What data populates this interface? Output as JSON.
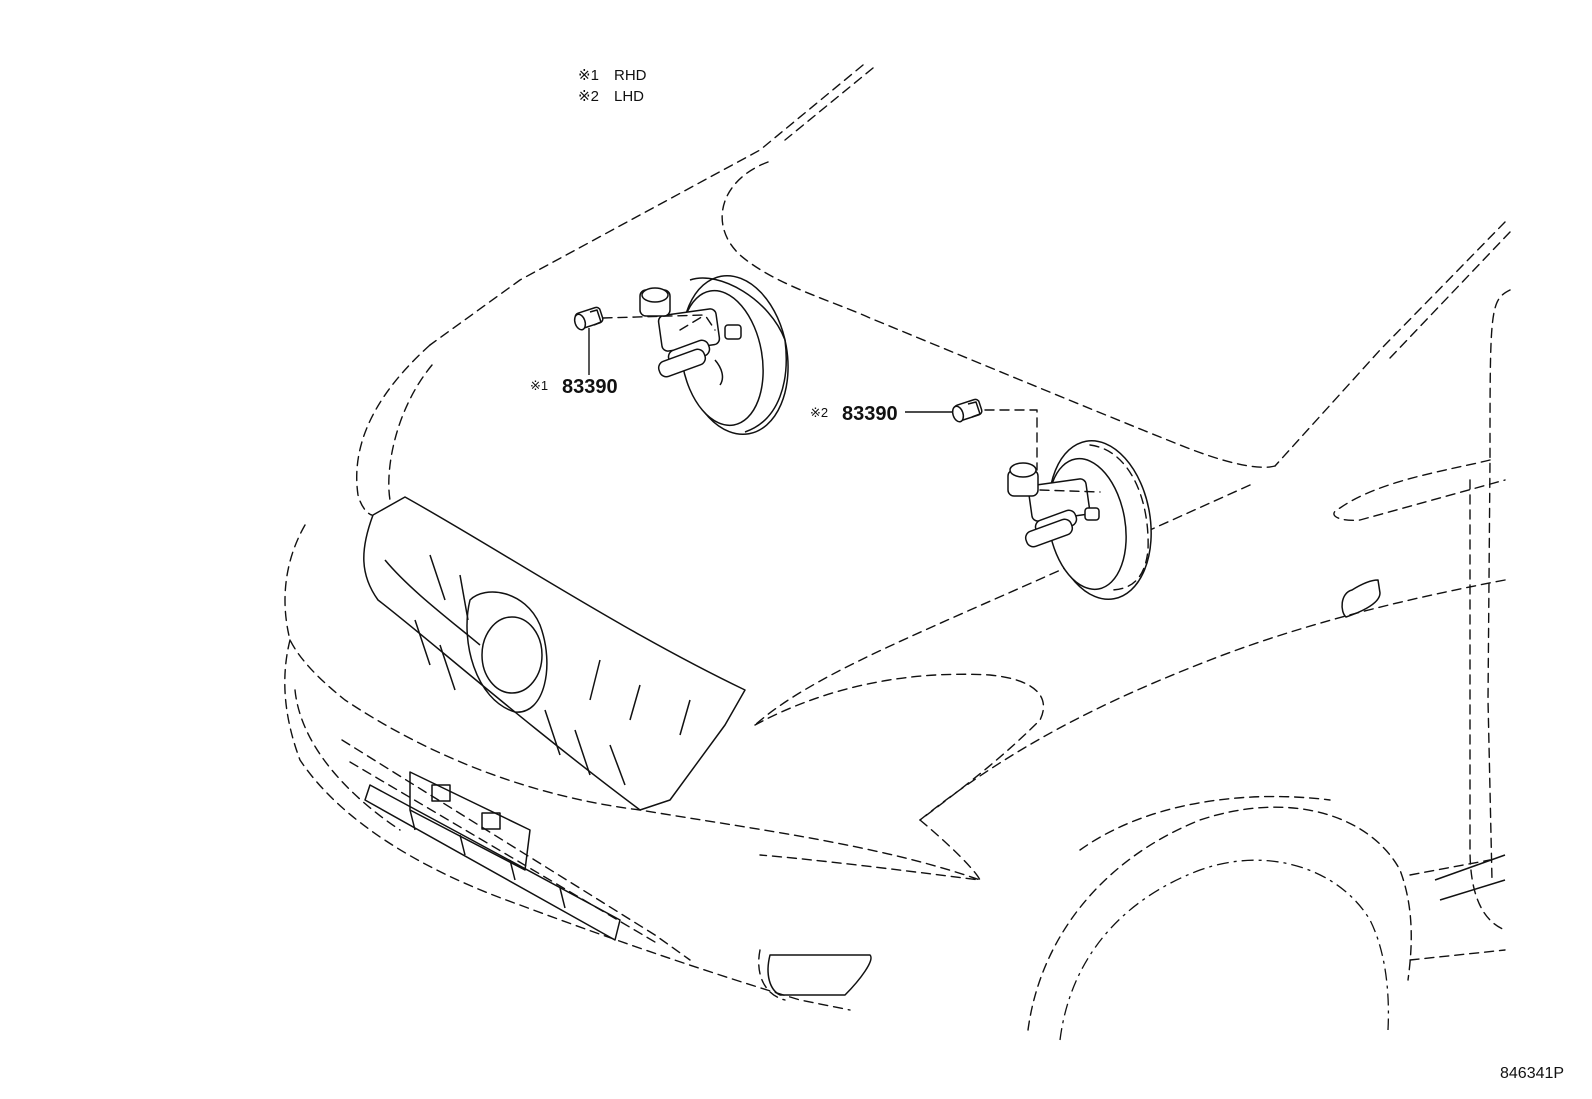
{
  "legend": {
    "rows": [
      {
        "mark": "※1",
        "text": "RHD"
      },
      {
        "mark": "※2",
        "text": "LHD"
      }
    ]
  },
  "callouts": {
    "rhd": {
      "mark": "※1",
      "part_number": "83390"
    },
    "lhd": {
      "mark": "※2",
      "part_number": "83390"
    }
  },
  "figure_id": "846341P"
}
